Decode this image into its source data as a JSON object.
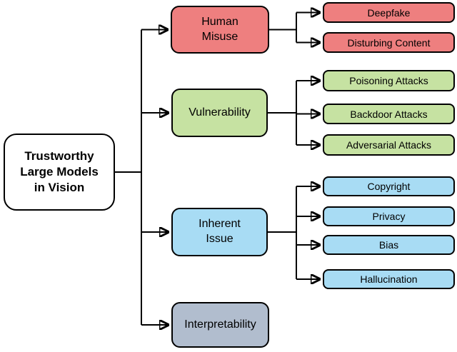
{
  "diagram": {
    "root": {
      "label": "Trustworthy\nLarge Models\nin Vision",
      "fill": "#ffffff"
    },
    "branches": [
      {
        "label": "Human\nMisuse",
        "fill": "#ee7f7f",
        "children": [
          {
            "label": "Deepfake"
          },
          {
            "label": "Disturbing Content"
          }
        ]
      },
      {
        "label": "Vulnerability",
        "fill": "#c6e2a2",
        "children": [
          {
            "label": "Poisoning Attacks"
          },
          {
            "label": "Backdoor Attacks"
          },
          {
            "label": "Adversarial Attacks"
          }
        ]
      },
      {
        "label": "Inherent\nIssue",
        "fill": "#a8dcf4",
        "children": [
          {
            "label": "Copyright"
          },
          {
            "label": "Privacy"
          },
          {
            "label": "Bias"
          },
          {
            "label": "Hallucination"
          }
        ]
      },
      {
        "label": "Interpretability",
        "fill": "#b1bdce",
        "children": []
      }
    ],
    "colors": {
      "line": "#000000",
      "border": "#000000",
      "background": "#ffffff"
    }
  }
}
